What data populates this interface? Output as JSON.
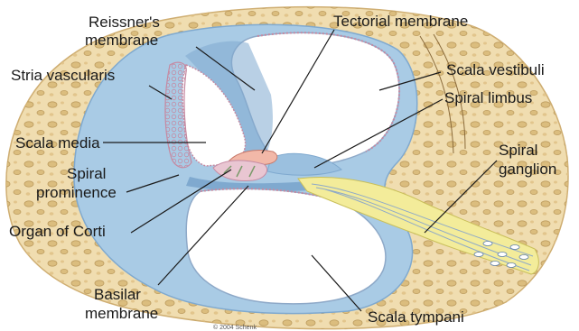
{
  "labels": {
    "reissners_line1": "Reissner's",
    "reissners_line2": "membrane",
    "tectorial": "Tectorial membrane",
    "stria": "Stria vascularis",
    "scala_vestibuli": "Scala vestibuli",
    "spiral_limbus": "Spiral limbus",
    "scala_media": "Scala media",
    "spiral_ganglion_line1": "Spiral",
    "spiral_ganglion_line2": "ganglion",
    "spiral_prominence_line1": "Spiral",
    "spiral_prominence_line2": "prominence",
    "organ_of_corti": "Organ of Corti",
    "basilar_line1": "Basilar",
    "basilar_line2": "membrane",
    "scala_tympani": "Scala tympani"
  },
  "credit": "© 2004 Schenk",
  "colors": {
    "bone": "#f0ddb0",
    "bone_pore": "#d9b978",
    "wall_blue": "#a9cbe5",
    "wall_blue_dark": "#7fa9cf",
    "chamber": "#ffffff",
    "cell_border": "#c58aa2",
    "tectorial": "#f2b8a8",
    "nerve": "#f3ec9a"
  }
}
